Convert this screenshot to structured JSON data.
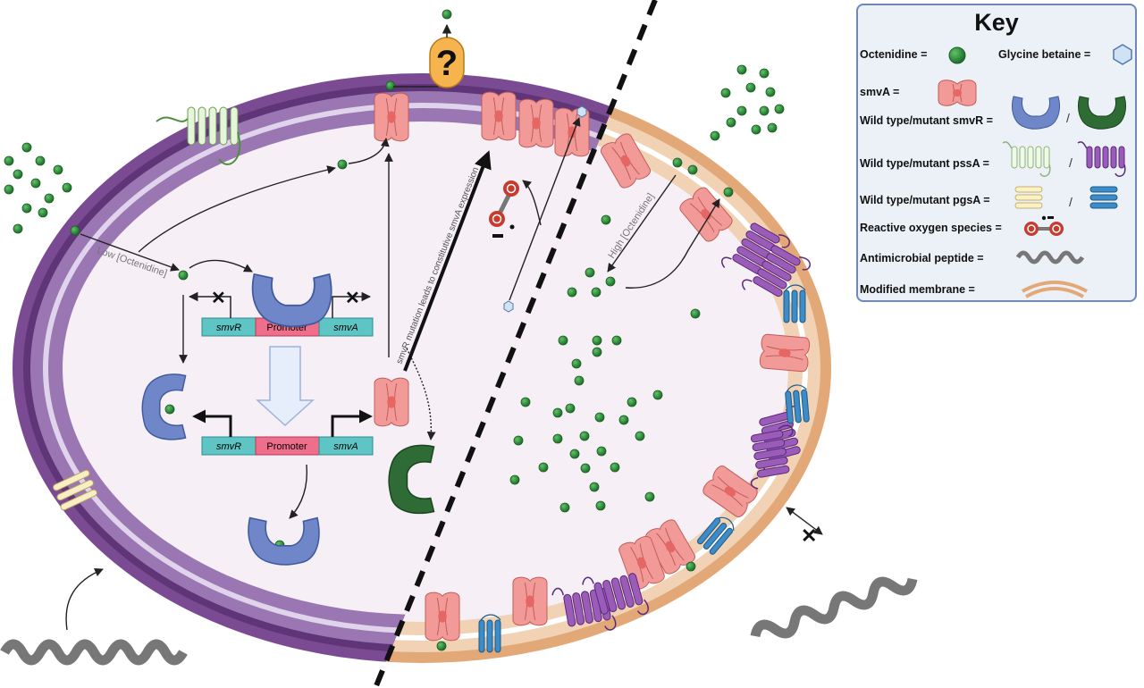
{
  "diagram": {
    "low_label": "Low [Octenidine]",
    "high_label": "High [Octenidine]",
    "smvr_mutation_label": "smvR mutation leads to constitutive smvA expression",
    "question_mark": "?",
    "operon_top": {
      "smvR": "smvR",
      "promoter": "Promoter",
      "smvA": "smvA"
    },
    "operon_bottom": {
      "smvR": "smvR",
      "promoter": "Promoter",
      "smvA": "smvA"
    },
    "ros_charge": "−",
    "colors": {
      "wild_membrane": "#7b4d94",
      "mutant_membrane": "#e3a877",
      "octenidine": "#2c8a3a",
      "smva": "#f19a98",
      "smvr_wt": "#6f87c9",
      "smvr_mut": "#2e6b35",
      "gene_box": "#5fc4c4",
      "promoter": "#ee6e8c"
    }
  },
  "key": {
    "title": "Key",
    "octenidine": "Octenidine =",
    "glycine_betaine": "Glycine betaine =",
    "smva": "smvA =",
    "smvr": "Wild type/mutant smvR =",
    "pssa": "Wild type/mutant pssA =",
    "pgsa": "Wild type/mutant pgsA =",
    "ros": "Reactive oxygen species =",
    "amp": "Antimicrobial peptide =",
    "membrane": "Modified membrane =",
    "sep1": "/",
    "sep2": "/",
    "sep3": "/"
  }
}
